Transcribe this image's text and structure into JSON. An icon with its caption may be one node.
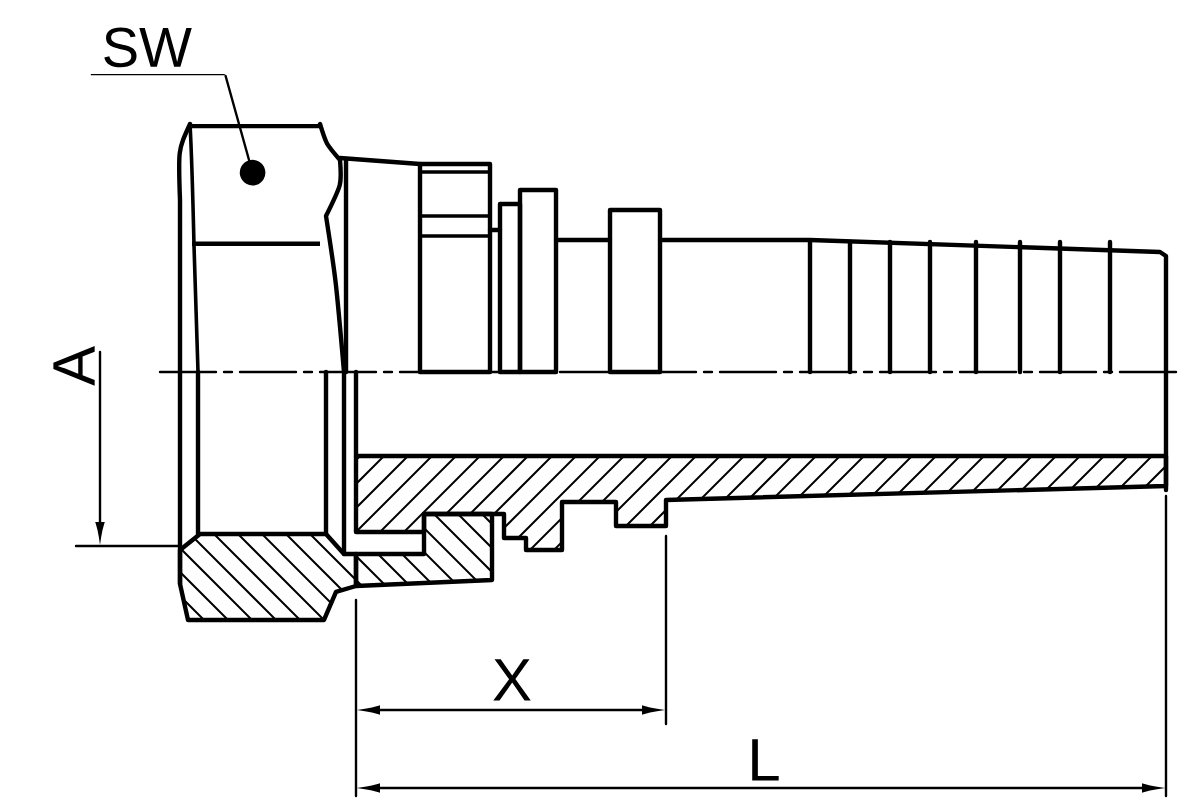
{
  "diagram": {
    "nodes": [
      {
        "text": [
          "SW"
        ]
      },
      {
        "text": [],
        "shape": "picture"
      }
    ],
    "edges": [
      {
        "from": 0,
        "to": 1,
        "arrow": "other"
      }
    ],
    "labels": [
      "A",
      "X",
      "L"
    ]
  }
}
